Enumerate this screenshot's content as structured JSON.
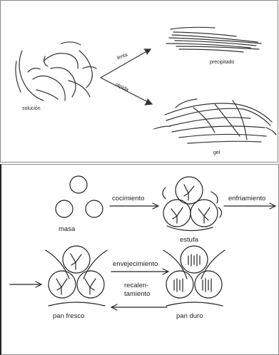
{
  "top_panel": {
    "solution_label": "solución",
    "slow_label": "lenta",
    "fast_label": "rápida",
    "precipitate_label": "precipitado",
    "gel_label": "gel"
  },
  "bottom_panel": {
    "dough_label": "masa",
    "cooking_label": "cocimiento",
    "oven_label": "estufa",
    "cooling_label": "enfriamiento",
    "aging_label": "envejecimiento",
    "reheating_label_1": "recalen-",
    "reheating_label_2": "tamiento",
    "fresh_bread_label": "pan fresco",
    "hard_bread_label": "pan duro"
  }
}
